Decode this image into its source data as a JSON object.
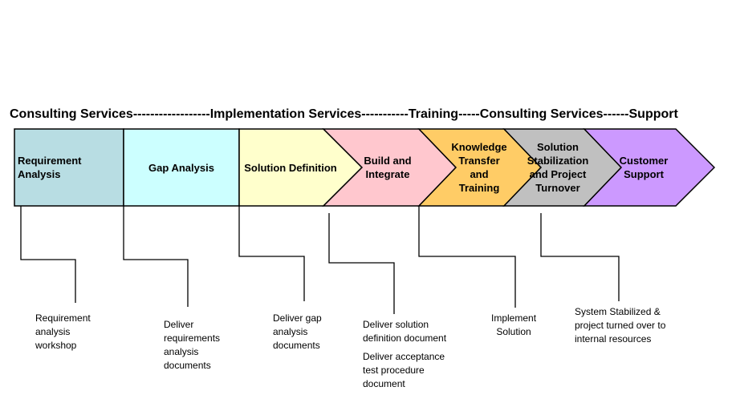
{
  "banner": "Consulting Services------------------Implementation Services-----------Training-----Consulting Services------Support",
  "colors": {
    "requirement": "#b8dde3",
    "gap": "#ccffff",
    "solution_def": "#ffffcc",
    "build": "#ffc7ce",
    "knowledge": "#ffcc66",
    "stabilization": "#c0c0c0",
    "support": "#cc99ff",
    "stroke": "#000000"
  },
  "stages": [
    {
      "label": "Requirement\nAnalysis"
    },
    {
      "label": "Gap Analysis"
    },
    {
      "label": "Solution Definition"
    },
    {
      "label": "Build and\nIntegrate"
    },
    {
      "label": "Knowledge\nTransfer\nand\nTraining"
    },
    {
      "label": "Solution\nStabilization\nand Project\nTurnover"
    },
    {
      "label": "Customer\nSupport"
    }
  ],
  "deliverables": [
    {
      "lines": [
        "Requirement\nanalysis\nworkshop"
      ]
    },
    {
      "lines": [
        "Deliver\nrequirements\nanalysis\ndocuments"
      ]
    },
    {
      "lines": [
        "Deliver gap\nanalysis\ndocuments"
      ]
    },
    {
      "lines": [
        "Deliver solution\ndefinition document",
        "Deliver acceptance\ntest procedure\ndocument"
      ]
    },
    {
      "lines": [
        "Implement\nSolution"
      ]
    },
    {
      "lines": [
        "System Stabilized &\nproject turned over to\ninternal resources"
      ]
    }
  ]
}
